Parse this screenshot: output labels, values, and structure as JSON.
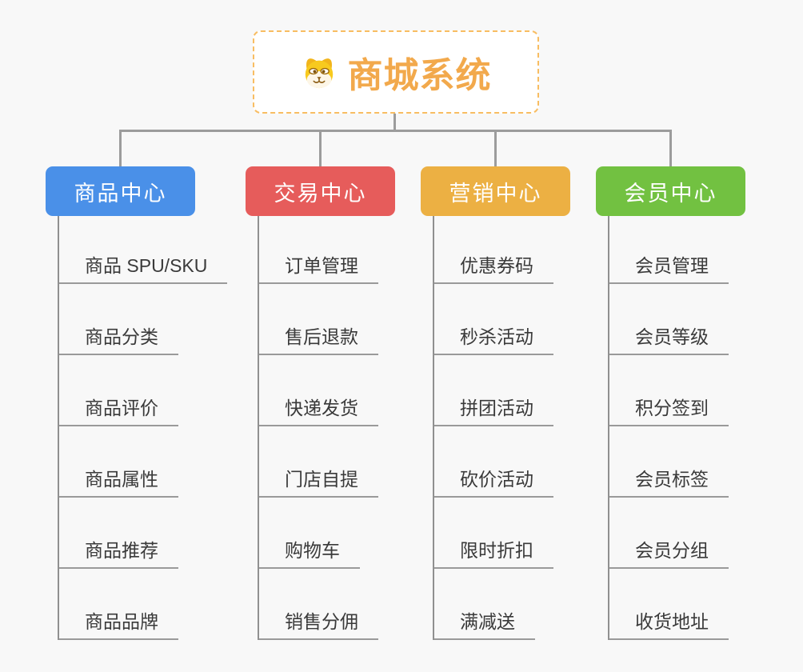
{
  "root": {
    "title": "商城系统",
    "title_color": "#f2a94c",
    "border_color": "#f8bd62",
    "icon": "dog-face-icon"
  },
  "line_color": "#9c9c9c",
  "background": "#f8f8f8",
  "branches": [
    {
      "label": "商品中心",
      "color": "#4a90e8",
      "children": [
        "商品 SPU/SKU",
        "商品分类",
        "商品评价",
        "商品属性",
        "商品推荐",
        "商品品牌"
      ]
    },
    {
      "label": "交易中心",
      "color": "#e65c5b",
      "children": [
        "订单管理",
        "售后退款",
        "快递发货",
        "门店自提",
        "购物车",
        "销售分佣"
      ]
    },
    {
      "label": "营销中心",
      "color": "#ecb043",
      "children": [
        "优惠券码",
        "秒杀活动",
        "拼团活动",
        "砍价活动",
        "限时折扣",
        "满减送"
      ]
    },
    {
      "label": "会员中心",
      "color": "#72c141",
      "children": [
        "会员管理",
        "会员等级",
        "积分签到",
        "会员标签",
        "会员分组",
        "收货地址"
      ]
    }
  ]
}
